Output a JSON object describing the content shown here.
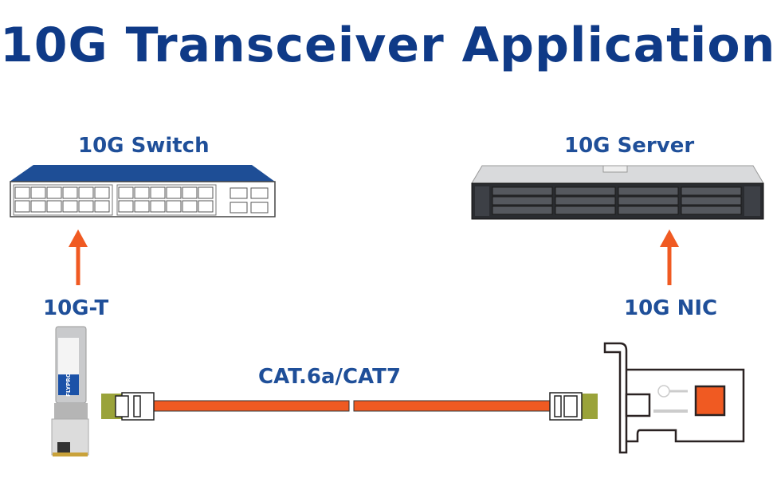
{
  "title": "10G Transceiver Application",
  "labels": {
    "switch": "10G Switch",
    "server": "10G Server",
    "transceiver": "10G-T",
    "nic": "10G NIC",
    "cable": "CAT.6a/CAT7"
  },
  "transceiver_brand": "FLYPRO",
  "colors": {
    "title": "#0f3a87",
    "label": "#1f4f99",
    "arrow": "#f05a22",
    "cable": "#f05a22",
    "switch_top": "#1e4e96"
  }
}
